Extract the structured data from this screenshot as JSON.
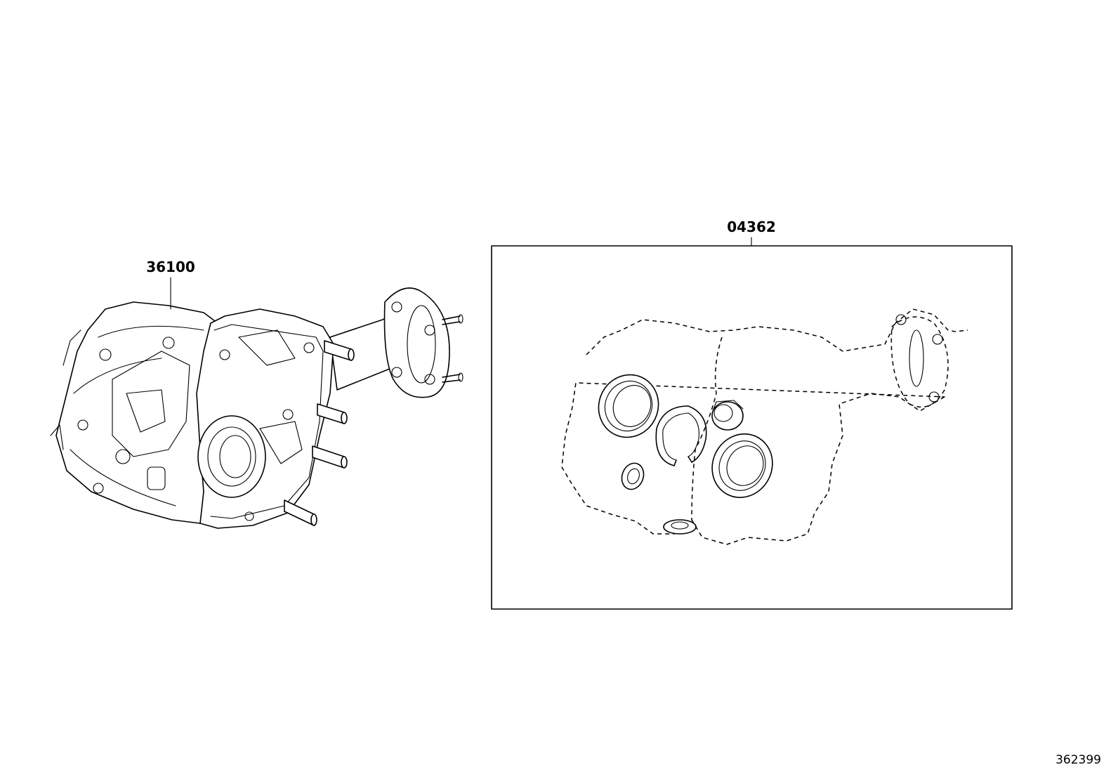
{
  "parts": {
    "differential_assembly": {
      "number": "36100"
    },
    "gasket_kit": {
      "number": "04362"
    }
  },
  "illustration_id": "362399"
}
